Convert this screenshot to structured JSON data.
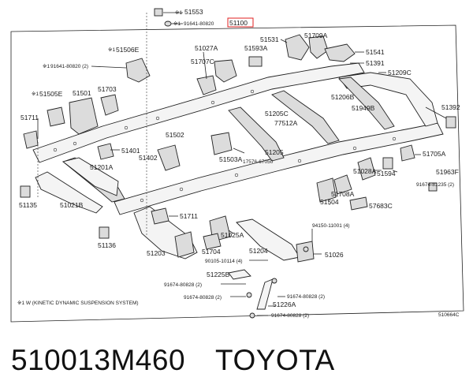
{
  "diagram": {
    "highlight_color": "#e02020",
    "labels": {
      "p51553": "51553",
      "p91641_80820_top": "91641-80820",
      "p51100": "51100",
      "p51531": "51531",
      "p51709A": "51709A",
      "p51541": "51541",
      "p51506E": "51506E",
      "p51027A": "51027A",
      "p51593A": "51593A",
      "p51391": "51391",
      "p91641_80820_2": "91641-80820 (2)",
      "p51707C": "51707C",
      "p51209C": "51209C",
      "p51703": "51703",
      "p51505E": "51505E",
      "p51501": "51501",
      "p51206B": "51206B",
      "p51949B": "51949B",
      "p51392": "51392",
      "p51711_left": "51711",
      "p51205C": "51205C",
      "p77512A": "77512A",
      "p51502": "51502",
      "p51401": "51401",
      "p51402": "51402",
      "p51503A": "51503A",
      "p51205": "51205",
      "p17576_67050": "17576-67050",
      "p51705A": "51705A",
      "p51201A": "51201A",
      "p51028A": "51028A",
      "p51594": "51594",
      "p51963F": "51963F",
      "p91674_81235_2": "91674-81235 (2)",
      "p51708A": "51708A",
      "p51135": "51135",
      "p51021B": "51021B",
      "p51504": "51504",
      "p57683C": "57683C",
      "p51711_mid": "51711",
      "p94150_11001_4": "94150-11001 (4)",
      "p51025A": "51025A",
      "p51136": "51136",
      "p51704": "51704",
      "p51204": "51204",
      "p51203": "51203",
      "p51026": "51026",
      "p90105_10114_4": "90105-10114 (4)",
      "p51225B": "51225B",
      "p91674_80828_2_a": "91674-80828 (2)",
      "p91674_80828_2_b": "91674-80828 (2)",
      "p91674_80828_2_c": "91674-80828 (2)",
      "p51226A": "51226A",
      "p91674_80828_2_d": "91674-80828 (2)",
      "footnote": "※1 W (KINETIC DYNAMIC SUSPENSION SYSTEM)",
      "drawing_no": "510664C",
      "mark1": "※1",
      "mark2": "※1",
      "mark3": "※1",
      "mark4": "※1",
      "mark5": "※1"
    }
  },
  "caption": {
    "part_number": "510013M460",
    "brand": "TOYOTA"
  }
}
